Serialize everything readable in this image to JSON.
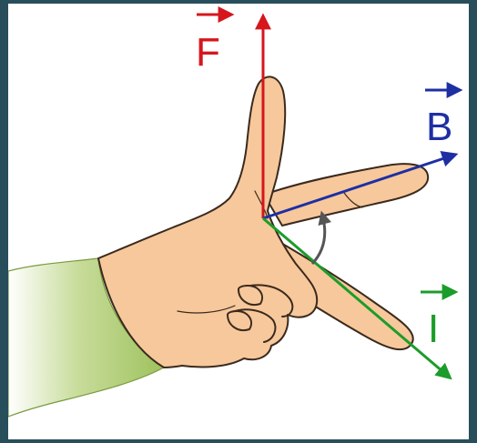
{
  "vectors": {
    "force": {
      "letter": "F",
      "color": "#d6161c"
    },
    "field": {
      "letter": "B",
      "color": "#1e2fa3"
    },
    "current": {
      "letter": "I",
      "color": "#1c9c2a"
    }
  },
  "colors": {
    "skin": "#f7c89b",
    "skin_outline": "#3a2a1e",
    "sleeve": "#a8c96a",
    "angle_arc": "#555555",
    "frame": "#284e5c"
  },
  "icons": {
    "hand": "left-hand-illustration",
    "sleeve": "shirt-sleeve",
    "angle": "curved-angle-arrow"
  }
}
